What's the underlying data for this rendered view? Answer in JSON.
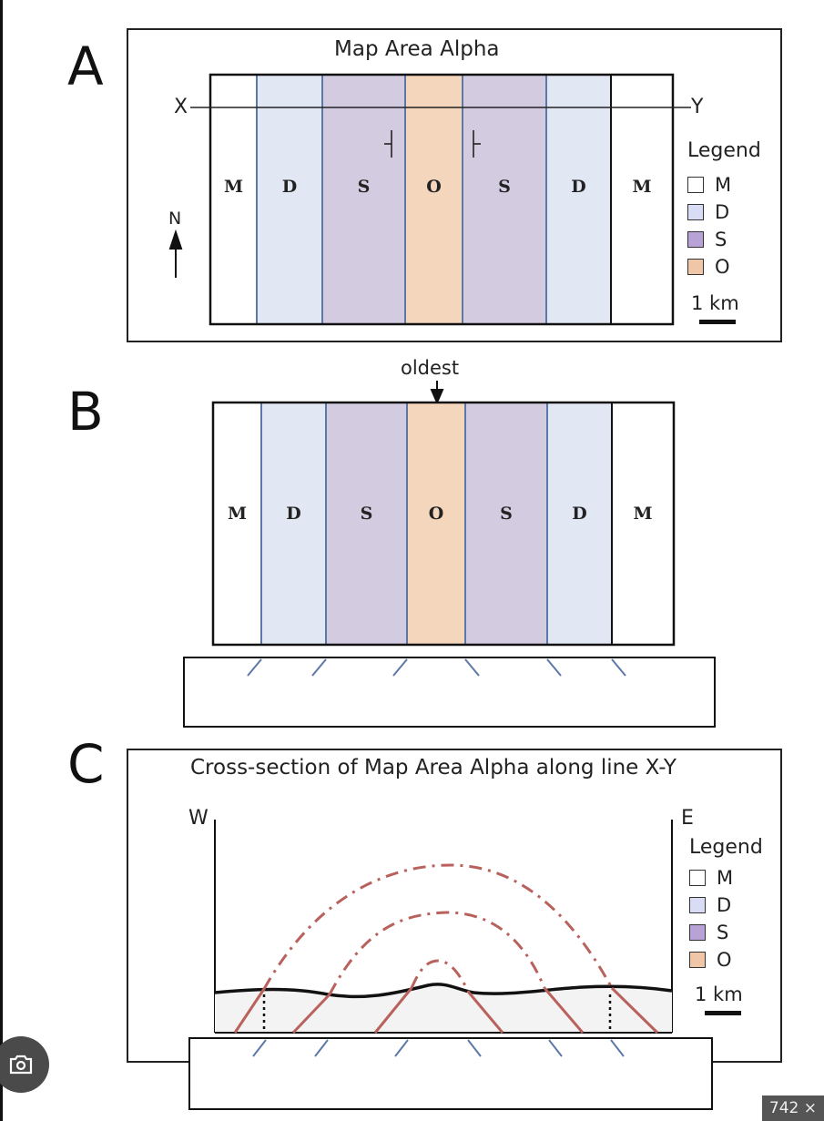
{
  "panels": {
    "a": {
      "letter": "A",
      "title": "Map Area Alpha",
      "endpoint_left": "X",
      "endpoint_right": "Y",
      "north": "N",
      "units": [
        "M",
        "D",
        "S",
        "O",
        "S",
        "D",
        "M"
      ],
      "legend": {
        "title": "Legend",
        "items": [
          {
            "label": "M",
            "color": "#ffffff"
          },
          {
            "label": "D",
            "color": "#d9dcf5"
          },
          {
            "label": "S",
            "color": "#b7a3d6"
          },
          {
            "label": "O",
            "color": "#efc6a8"
          }
        ]
      },
      "scale_label": "1 km"
    },
    "b": {
      "letter": "B",
      "oldest_label": "oldest",
      "units": [
        "M",
        "D",
        "S",
        "O",
        "S",
        "D",
        "M"
      ]
    },
    "c": {
      "letter": "C",
      "title": "Cross-section of Map Area Alpha along line X-Y",
      "west": "W",
      "east": "E",
      "legend": {
        "title": "Legend",
        "items": [
          {
            "label": "M",
            "color": "#ffffff"
          },
          {
            "label": "D",
            "color": "#d9dcf5"
          },
          {
            "label": "S",
            "color": "#b7a3d6"
          },
          {
            "label": "O",
            "color": "#efc6a8"
          }
        ]
      },
      "scale_label": "1 km"
    }
  },
  "colors": {
    "M": "#ffffff",
    "D": "#e2e7f4",
    "S": "#d3cce1",
    "O": "#f3d6bc",
    "contact": "#5b78a8",
    "fold": "#b9615c"
  },
  "badge": "742 ×"
}
